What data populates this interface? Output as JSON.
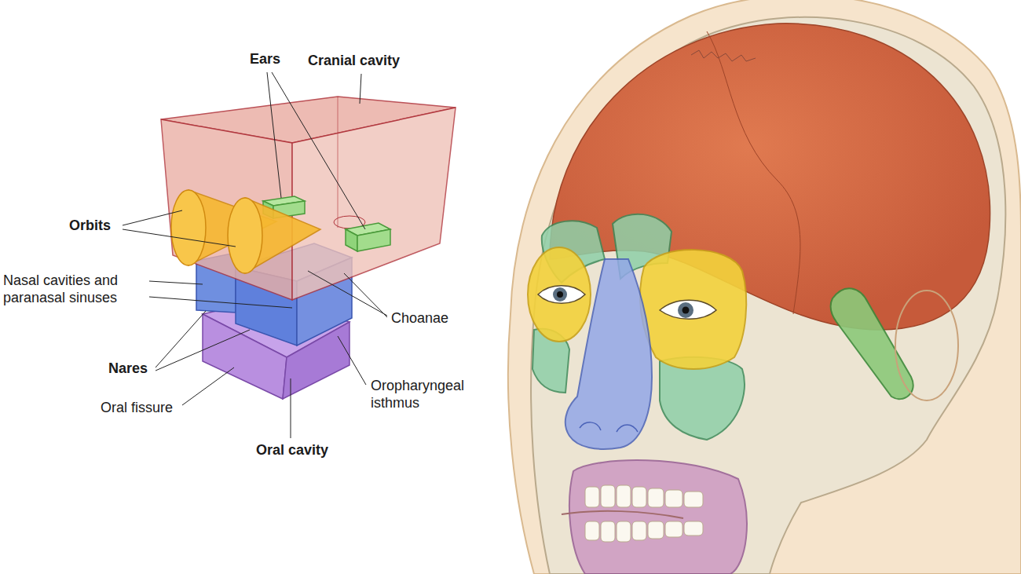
{
  "diagram": {
    "labels": [
      "Ears",
      "Cranial cavity",
      "Orbits",
      "Nasal cavities and paranasal sinuses",
      "Choanae",
      "Nares",
      "Oral fissure",
      "Oropharyngeal isthmus",
      "Oral cavity"
    ]
  }
}
